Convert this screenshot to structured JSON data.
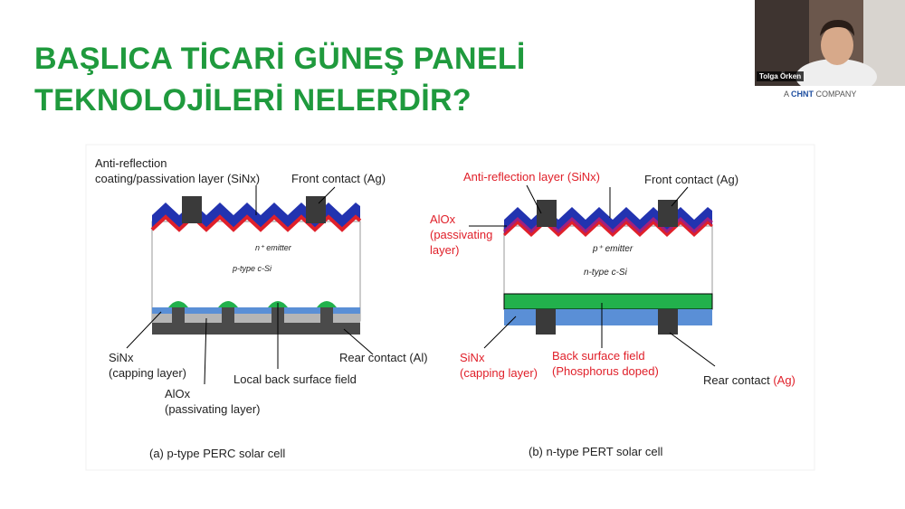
{
  "slide": {
    "title_line1": "BAŞLICA TİCARİ GÜNEŞ PANELİ",
    "title_line2": "TEKNOLOJİLERİ NELERDİR?"
  },
  "presenter": {
    "name": "Tolga Örken",
    "company_prefix": "A ",
    "company_brand": "CHNT",
    "company_suffix": " COMPANY"
  },
  "colors": {
    "title": "#1f9a3d",
    "red_label": "#e0202a",
    "sinx_blue": "#2233b0",
    "emitter_red": "#e0202a",
    "green": "#22b14c",
    "light_blue": "#5a8fd6",
    "rear_gray": "#4a4a4a"
  },
  "left": {
    "arc_line1": "Anti-reflection",
    "arc_line2": "coating/passivation layer (SiNx)",
    "front_contact": "Front contact (Ag)",
    "emitter": "n⁺ emitter",
    "base": "p-type c-Si",
    "sinx_line1": "SiNx",
    "sinx_line2": "(capping layer)",
    "alox_line1": "AlOx",
    "alox_line2": "(passivating layer)",
    "lbsf": "Local back surface field",
    "rear_contact": "Rear contact (Al)",
    "caption": "(a) p-type PERC solar cell"
  },
  "right": {
    "arl": "Anti-reflection layer (SiNx)",
    "front_contact": "Front contact (Ag)",
    "alox_line1": "AlOx",
    "alox_line2": "(passivating",
    "alox_line3": "layer)",
    "emitter": "p⁺ emitter",
    "base": "n-type  c-Si",
    "sinx_line1": "SiNx",
    "sinx_line2": "(capping layer)",
    "bsf_line1": "Back surface field",
    "bsf_line2": "(Phosphorus doped)",
    "rear_contact_prefix": "Rear contact ",
    "rear_contact_suffix": "(Ag)",
    "caption": "(b) n-type PERT solar cell"
  }
}
